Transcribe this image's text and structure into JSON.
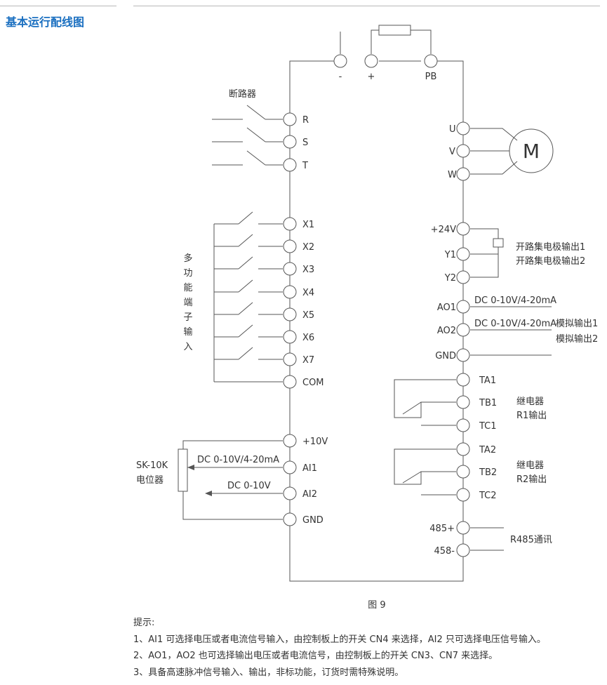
{
  "section_title": "基本运行配线图",
  "caption": "图 9",
  "dc_bus": {
    "minus": "-",
    "plus": "+",
    "pb": "PB"
  },
  "breaker_label": "断路器",
  "power_inputs": [
    "R",
    "S",
    "T"
  ],
  "multi_input_label": [
    "多",
    "功",
    "能",
    "端",
    "子",
    "输",
    "入"
  ],
  "digital_inputs": [
    "X1",
    "X2",
    "X3",
    "X4",
    "X5",
    "X6",
    "X7"
  ],
  "com_label": "COM",
  "analog_inputs": {
    "p10v": "+10V",
    "ai1": "AI1",
    "ai2": "AI2",
    "gnd": "GND"
  },
  "pot_label": [
    "SK-10K",
    "电位器"
  ],
  "ai1_signal": "DC 0-10V/4-20mA",
  "ai2_signal": "DC 0-10V",
  "motor_outputs": [
    "U",
    "V",
    "W"
  ],
  "motor_label": "M",
  "oc_terminals": [
    "+24V",
    "Y1",
    "Y2"
  ],
  "oc_labels": [
    "开路集电极输出1",
    "开路集电极输出2"
  ],
  "ao_terminals": [
    "AO1",
    "AO2",
    "GND"
  ],
  "ao_signals": [
    "DC 0-10V/4-20mA",
    "DC 0-10V/4-20mA"
  ],
  "ao_labels": [
    "模拟输出1",
    "模拟输出2"
  ],
  "relay1_terminals": [
    "TA1",
    "TB1",
    "TC1"
  ],
  "relay1_label": [
    "继电器",
    "R1输出"
  ],
  "relay2_terminals": [
    "TA2",
    "TB2",
    "TC2"
  ],
  "relay2_label": [
    "继电器",
    "R2输出"
  ],
  "comm_terminals": [
    "485+",
    "458-"
  ],
  "comm_label": "R485通讯",
  "notes_title": "提示:",
  "notes": [
    "1、AI1 可选择电压或者电流信号输入，由控制板上的开关 CN4 来选择，AI2 只可选择电压信号输入。",
    "2、AO1，AO2 也可选择输出电压或者电流信号，由控制板上的开关 CN3、CN7 来选择。",
    "3、具备高速脉冲信号输入、输出，非标功能，订货时需特殊说明。"
  ]
}
